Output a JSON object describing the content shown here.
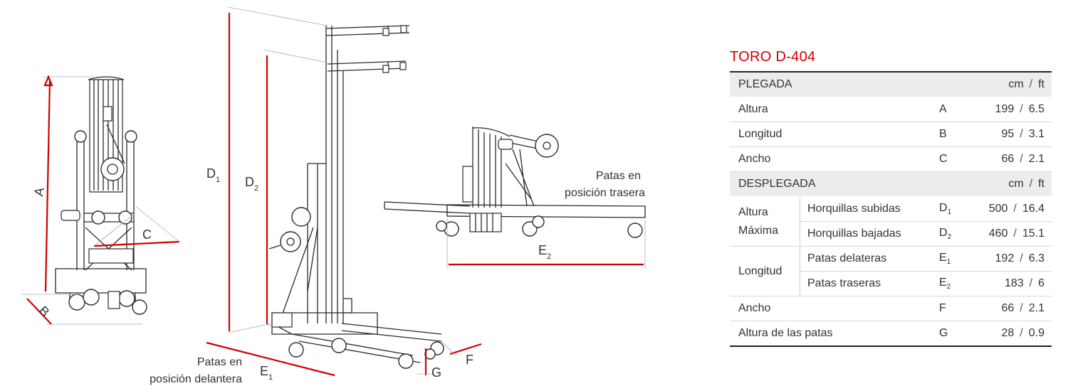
{
  "drawing": {
    "labels": {
      "A": "A",
      "B": "B",
      "C": "C",
      "D1": "D",
      "D1_sub": "1",
      "D2": "D",
      "D2_sub": "2",
      "E1": "E",
      "E1_sub": "1",
      "E2": "E",
      "E2_sub": "2",
      "F": "F",
      "G": "G"
    },
    "captions": {
      "front_line1": "Patas en",
      "front_line2": "posición delantera",
      "rear_line1": "Patas en",
      "rear_line2": "posición trasera"
    },
    "colors": {
      "dimension": "#d00000",
      "line": "#2a2a2a"
    }
  },
  "spec": {
    "title": "TORO D-404",
    "unit_cm": "cm",
    "unit_sep": "/",
    "unit_ft": "ft",
    "sections": {
      "plegada": "PLEGADA",
      "desplegada": "DESPLEGADA"
    },
    "rows": {
      "altura": {
        "label": "Altura",
        "code": "A",
        "cm": "199",
        "ft": "6.5"
      },
      "longitud": {
        "label": "Longitud",
        "code": "B",
        "cm": "95",
        "ft": "3.1"
      },
      "ancho": {
        "label": "Ancho",
        "code": "C",
        "cm": "66",
        "ft": "2.1"
      },
      "alt_max": {
        "label_1": "Altura",
        "label_2": "Máxima",
        "sub1": {
          "label": "Horquillas subidas",
          "code": "D",
          "code_sub": "1",
          "cm": "500",
          "ft": "16.4"
        },
        "sub2": {
          "label": "Horquillas bajadas",
          "code": "D",
          "code_sub": "2",
          "cm": "460",
          "ft": "15.1"
        }
      },
      "long_des": {
        "label": "Longitud",
        "sub1": {
          "label": "Patas delateras",
          "code": "E",
          "code_sub": "1",
          "cm": "192",
          "ft": "6.3"
        },
        "sub2": {
          "label": "Patas traseras",
          "code": "E",
          "code_sub": "2",
          "cm": "183",
          "ft": "6"
        }
      },
      "ancho_des": {
        "label": "Ancho",
        "code": "F",
        "cm": "66",
        "ft": "2.1"
      },
      "altura_patas": {
        "label": "Altura de las patas",
        "code": "G",
        "cm": "28",
        "ft": "0.9"
      }
    }
  }
}
